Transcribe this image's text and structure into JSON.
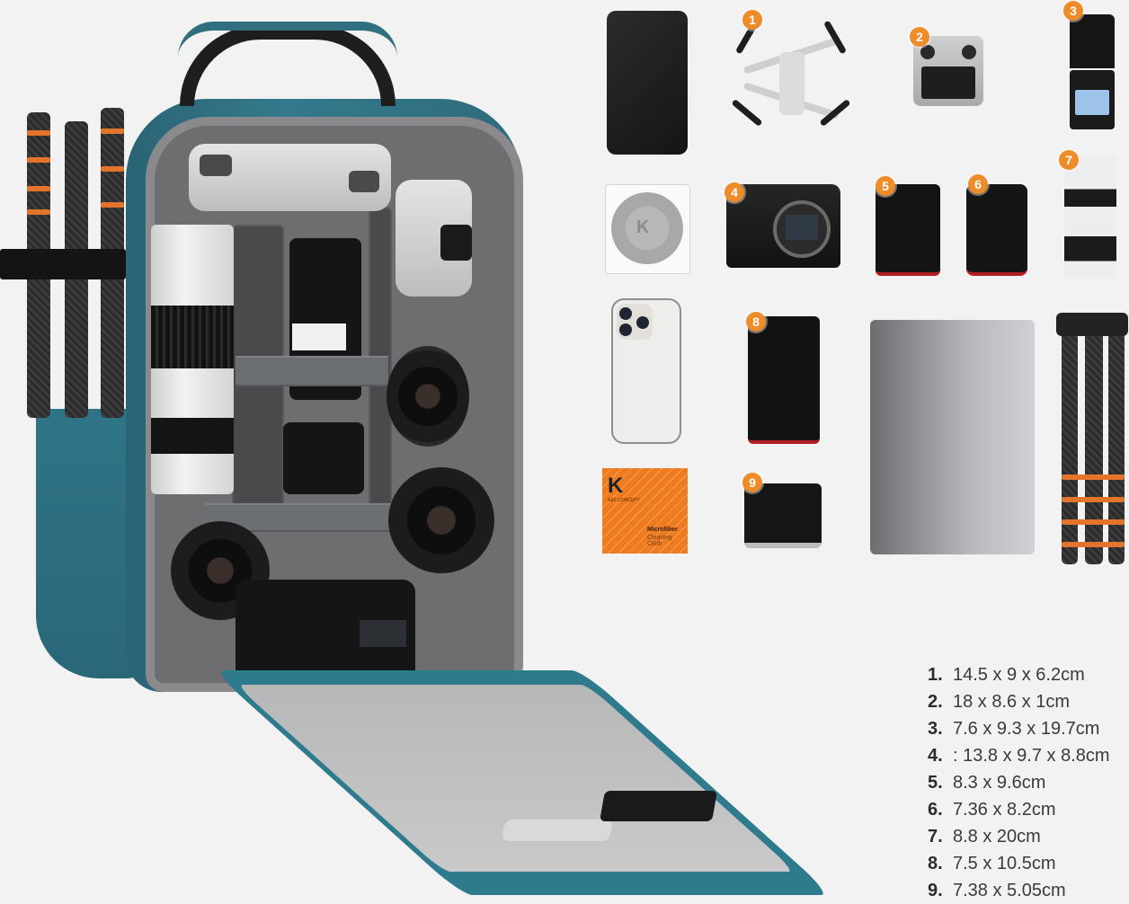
{
  "colors": {
    "background": "#f2f2f2",
    "backpack_teal": "#2f6f80",
    "interior_grey": "#6e6e70",
    "badge_orange": "#ee8c2a",
    "text": "#3a3a3a"
  },
  "backpack": {
    "image_description": "Teal camera backpack with open front flap, padded grey dividers holding lenses, flash, drone, drone controller and DSLR; tripod strapped to side",
    "front_pocket_items": [
      "smartphone",
      "power bank"
    ]
  },
  "items": [
    {
      "id": "powerbank",
      "badge": "",
      "icon": "power-bank-icon"
    },
    {
      "id": "drone",
      "badge": "1",
      "icon": "drone-icon"
    },
    {
      "id": "controller",
      "badge": "2",
      "icon": "remote-controller-icon"
    },
    {
      "id": "flash",
      "badge": "3",
      "icon": "flash-icon"
    },
    {
      "id": "lenscap",
      "badge": "",
      "icon": "lens-cap-icon",
      "logo": "K"
    },
    {
      "id": "camera",
      "badge": "4",
      "icon": "camera-icon"
    },
    {
      "id": "lens5",
      "badge": "5",
      "icon": "lens-icon"
    },
    {
      "id": "lens6",
      "badge": "6",
      "icon": "lens-icon"
    },
    {
      "id": "lens7",
      "badge": "7",
      "icon": "telephoto-lens-icon"
    },
    {
      "id": "phone",
      "badge": "",
      "icon": "smartphone-icon"
    },
    {
      "id": "lens8",
      "badge": "8",
      "icon": "macro-lens-icon"
    },
    {
      "id": "ndfilter",
      "badge": "",
      "icon": "filter-plate-icon"
    },
    {
      "id": "tripod",
      "badge": "",
      "icon": "tripod-icon"
    },
    {
      "id": "cloth",
      "badge": "",
      "icon": "cleaning-cloth-icon",
      "logo": "K",
      "brand": "K&F CONCEPT",
      "label1": "Microfiber",
      "label2": "Cleaning Cloth"
    },
    {
      "id": "lens9",
      "badge": "9",
      "icon": "prime-lens-icon"
    }
  ],
  "specs": [
    {
      "num": "1.",
      "dims": "14.5 x  9 x  6.2cm"
    },
    {
      "num": "2.",
      "dims": "18 x 8.6 x  1cm"
    },
    {
      "num": "3.",
      "dims": "7.6 x 9.3 x 19.7cm"
    },
    {
      "num": "4.",
      "dims": ": 13.8 x 9.7 x 8.8cm"
    },
    {
      "num": "5.",
      "dims": "8.3 x 9.6cm"
    },
    {
      "num": "6.",
      "dims": "7.36 x 8.2cm"
    },
    {
      "num": "7.",
      "dims": "8.8 x 20cm"
    },
    {
      "num": "8.",
      "dims": "7.5 x 10.5cm"
    },
    {
      "num": "9.",
      "dims": "7.38 x 5.05cm"
    }
  ]
}
